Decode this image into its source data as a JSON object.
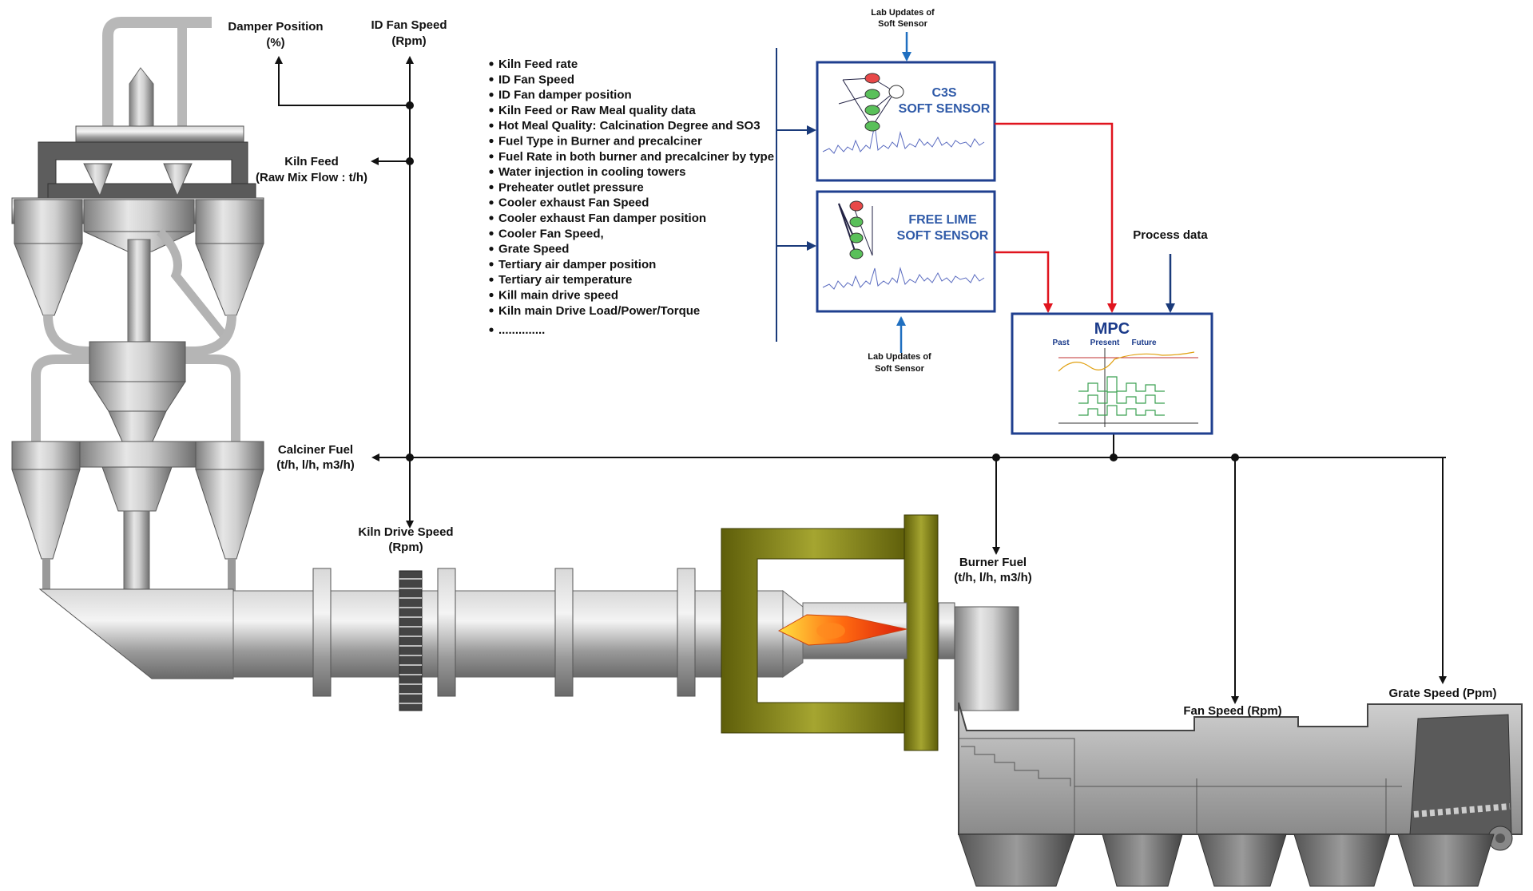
{
  "labels": {
    "damper_position": [
      "Damper Position",
      "(%)"
    ],
    "id_fan_speed": [
      "ID Fan Speed",
      "(Rpm)"
    ],
    "kiln_feed": [
      "Kiln Feed",
      "(Raw Mix Flow : t/h)"
    ],
    "calciner_fuel": [
      "Calciner Fuel",
      "(t/h, l/h, m3/h)"
    ],
    "kiln_drive_speed": [
      "Kiln Drive Speed",
      "(Rpm)"
    ],
    "burner_fuel": [
      "Burner Fuel",
      "(t/h, l/h, m3/h)"
    ],
    "fan_speed": "Fan Speed (Rpm)",
    "grate_speed": "Grate Speed (Ppm)",
    "process_data": "Process data",
    "lab_updates_top": [
      "Lab Updates of",
      "Soft Sensor"
    ],
    "lab_updates_bottom": [
      "Lab Updates of",
      "Soft Sensor"
    ]
  },
  "sensors": {
    "c3s": [
      "C3S",
      "SOFT SENSOR"
    ],
    "free_lime": [
      "FREE LIME",
      "SOFT SENSOR"
    ]
  },
  "mpc": {
    "title": "MPC",
    "past": "Past",
    "present": "Present",
    "future": "Future"
  },
  "bullets": [
    "Kiln Feed rate",
    "ID Fan Speed",
    "ID Fan damper position",
    "Kiln Feed or Raw Meal quality data",
    "Hot Meal Quality: Calcination Degree and SO3",
    "Fuel Type in Burner and precalciner",
    "Fuel Rate in both burner and precalciner by type",
    "Water injection in cooling towers",
    "Preheater outlet pressure",
    "Cooler exhaust Fan Speed",
    "Cooler exhaust Fan damper position",
    "Cooler Fan Speed,",
    "Grate Speed",
    "Tertiary air damper position",
    "Tertiary air temperature",
    "Kill main drive speed",
    "Kiln main Drive Load/Power/Torque",
    ".............."
  ],
  "colors": {
    "line": "#111111",
    "feedback_red": "#e0141e",
    "lab_blue": "#1f6fc0",
    "process_blue": "#1a3a7a",
    "sensor_border": "#1f3f8f",
    "metal": "#a9a9a9",
    "olive_frame": "#7a7a10"
  }
}
